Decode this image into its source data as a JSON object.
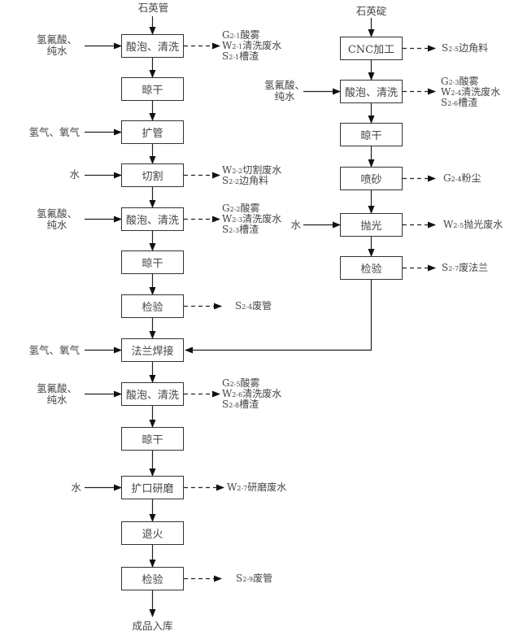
{
  "left_chain": {
    "source": "石英管",
    "product": "成品入库",
    "steps": [
      {
        "label": "酸泡、清洗",
        "input": "氢氟酸、\n纯水",
        "emissions": [
          [
            "G",
            "2-1",
            "酸雾"
          ],
          [
            "W",
            "2-1",
            "清洗废水"
          ],
          [
            "S",
            "2-1",
            "槽渣"
          ]
        ]
      },
      {
        "label": "晾干"
      },
      {
        "label": "扩管",
        "input": "氢气、氧气"
      },
      {
        "label": "切割",
        "input": "水",
        "emissions": [
          [
            "W",
            "2-2",
            "切割废水"
          ],
          [
            "S",
            "2-2",
            "边角料"
          ]
        ]
      },
      {
        "label": "酸泡、清洗",
        "input": "氢氟酸、\n纯水",
        "emissions": [
          [
            "G",
            "2-2",
            "酸雾"
          ],
          [
            "W",
            "2-3",
            "清洗废水"
          ],
          [
            "S",
            "2-3",
            "槽渣"
          ]
        ]
      },
      {
        "label": "晾干"
      },
      {
        "label": "检验",
        "emissions": [
          [
            "S",
            "2-4",
            "废管"
          ]
        ]
      },
      {
        "label": "法兰焊接",
        "input": "氢气、氧气"
      },
      {
        "label": "酸泡、清洗",
        "input": "氢氟酸、\n纯水",
        "emissions": [
          [
            "G",
            "2-5",
            "酸雾"
          ],
          [
            "W",
            "2-6",
            "清洗废水"
          ],
          [
            "S",
            "2-8",
            "槽渣"
          ]
        ]
      },
      {
        "label": "晾干"
      },
      {
        "label": "扩口研磨",
        "input": "水",
        "emissions": [
          [
            "W",
            "2-7",
            "研磨废水"
          ]
        ]
      },
      {
        "label": "退火"
      },
      {
        "label": "检验",
        "emissions": [
          [
            "S",
            "2-9",
            "废管"
          ]
        ]
      }
    ]
  },
  "right_chain": {
    "source": "石英碇",
    "joins_into": "法兰焊接",
    "steps": [
      {
        "label": "CNC加工",
        "emissions": [
          [
            "S",
            "2-5",
            "边角料"
          ]
        ]
      },
      {
        "label": "酸泡、清洗",
        "input": "氢氟酸、\n纯水",
        "emissions": [
          [
            "G",
            "2-3",
            "酸雾"
          ],
          [
            "W",
            "2-4",
            "清洗废水"
          ],
          [
            "S",
            "2-6",
            "槽渣"
          ]
        ]
      },
      {
        "label": "晾干"
      },
      {
        "label": "喷砂",
        "emissions": [
          [
            "G",
            "2-4",
            "粉尘"
          ]
        ]
      },
      {
        "label": "抛光",
        "input": "水",
        "emissions": [
          [
            "W",
            "2-5",
            "抛光废水"
          ]
        ]
      },
      {
        "label": "检验",
        "emissions": [
          [
            "S",
            "2-7",
            "废法兰"
          ]
        ]
      }
    ]
  }
}
